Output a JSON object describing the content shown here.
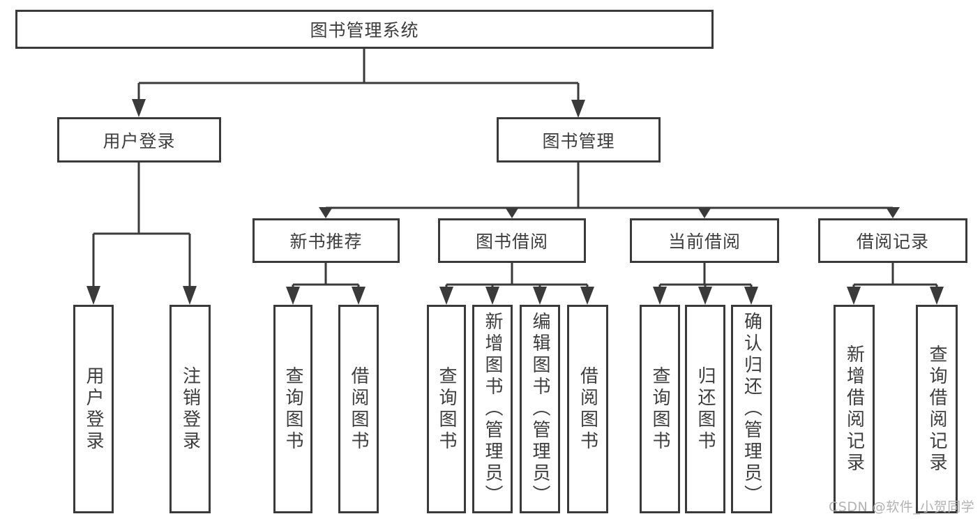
{
  "diagram": {
    "type": "hierarchy-chart",
    "tree": {
      "label": "图书管理系统",
      "children": [
        {
          "label": "用户登录",
          "children": [
            {
              "label": "用户登录"
            },
            {
              "label": "注销登录"
            }
          ]
        },
        {
          "label": "图书管理",
          "children": [
            {
              "label": "新书推荐",
              "children": [
                {
                  "label": "查询图书"
                },
                {
                  "label": "借阅图书"
                }
              ]
            },
            {
              "label": "图书借阅",
              "children": [
                {
                  "label": "查询图书"
                },
                {
                  "label": "新增图书（管理员）"
                },
                {
                  "label": "编辑图书（管理员）"
                },
                {
                  "label": "借阅图书"
                }
              ]
            },
            {
              "label": "当前借阅",
              "children": [
                {
                  "label": "查询图书"
                },
                {
                  "label": "归还图书"
                },
                {
                  "label": "确认归还（管理员）"
                }
              ]
            },
            {
              "label": "借阅记录",
              "children": [
                {
                  "label": "新增借阅记录"
                },
                {
                  "label": "查询借阅记录"
                }
              ]
            }
          ]
        }
      ]
    },
    "colors": {
      "line": "#3a3a3a",
      "text": "#3d3d3d",
      "background": "#ffffff",
      "watermark": "#b2b2b2"
    }
  },
  "watermark": {
    "text": "CSDN @软件_小贺同学"
  }
}
